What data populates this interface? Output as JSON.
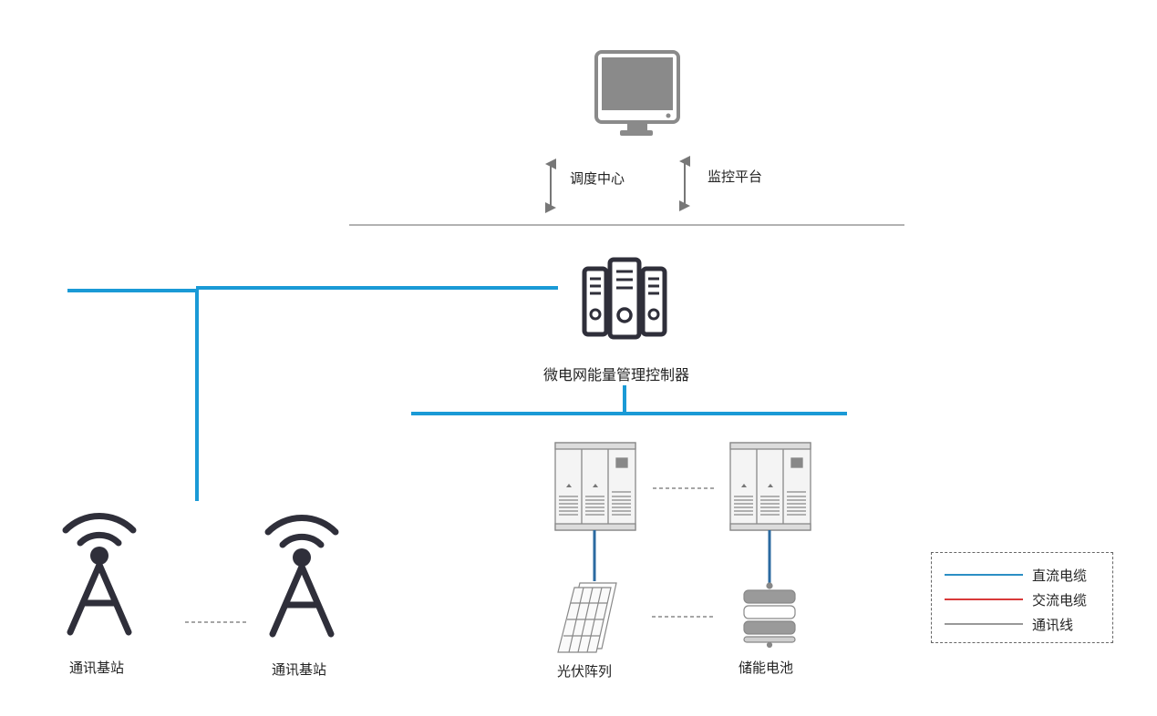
{
  "nodes": {
    "dispatch_center": "调度中心",
    "monitor_platform": "监控平台",
    "controller": "微电网能量管理控制器",
    "base_station_1": "通讯基站",
    "base_station_2": "通讯基站",
    "pv_array": "光伏阵列",
    "battery": "储能电池"
  },
  "legend": {
    "items": [
      {
        "label": "直流电缆",
        "color": "#2b8fc4"
      },
      {
        "label": "交流电缆",
        "color": "#d93a3a"
      },
      {
        "label": "通讯线",
        "color": "#999999"
      }
    ]
  },
  "colors": {
    "bus_blue": "#1a9ad6",
    "dc_cable": "#2b6aa0",
    "icon_dark": "#2f2f3a",
    "monitor_gray": "#8a8a8a",
    "comm_gray": "#999999"
  },
  "icons": [
    "monitor-icon",
    "server-icon",
    "antenna-tower-icon",
    "inverter-cabinet-icon",
    "solar-panel-icon",
    "battery-stack-icon"
  ]
}
